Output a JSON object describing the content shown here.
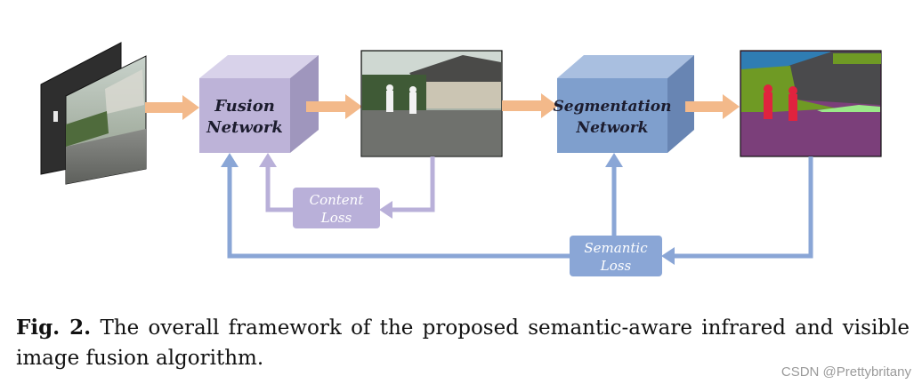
{
  "nodes": {
    "fusion": {
      "line1": "Fusion",
      "line2": "Network"
    },
    "segmentation": {
      "line1": "Segmentation",
      "line2": "Network"
    },
    "content_loss": {
      "line1": "Content",
      "line2": "Loss"
    },
    "semantic_loss": {
      "line1": "Semantic",
      "line2": "Loss"
    }
  },
  "caption": {
    "label": "Fig. 2.",
    "text": "The overall framework of the proposed semantic-aware infrared and visible image fusion algorithm."
  },
  "watermark": "CSDN @Prettybritany",
  "colors": {
    "fusion_box": "#bdb3d8",
    "segmentation_box": "#7f9fcd",
    "orange_arrow": "#f3b98a",
    "purple_arrow": "#b9b0d9",
    "blue_arrow": "#8aa6d6"
  }
}
